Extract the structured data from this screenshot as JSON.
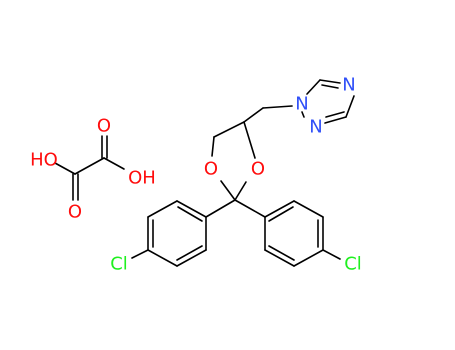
{
  "colors": {
    "bond": "#000000",
    "oxygen": "#ff0d0d",
    "nitrogen": "#3050f8",
    "chlorine": "#1ff01f"
  },
  "oxalic_acid": {
    "ho_left": "HO",
    "oh_right": "OH",
    "o_top": "O",
    "o_bottom": "O"
  },
  "dioxolane": {
    "o_left": "O",
    "o_right": "O"
  },
  "triazole": {
    "n1": "N",
    "n2": "N",
    "n4": "N"
  },
  "chlorophenyl_left": {
    "cl": "Cl"
  },
  "chlorophenyl_right": {
    "cl": "Cl"
  }
}
